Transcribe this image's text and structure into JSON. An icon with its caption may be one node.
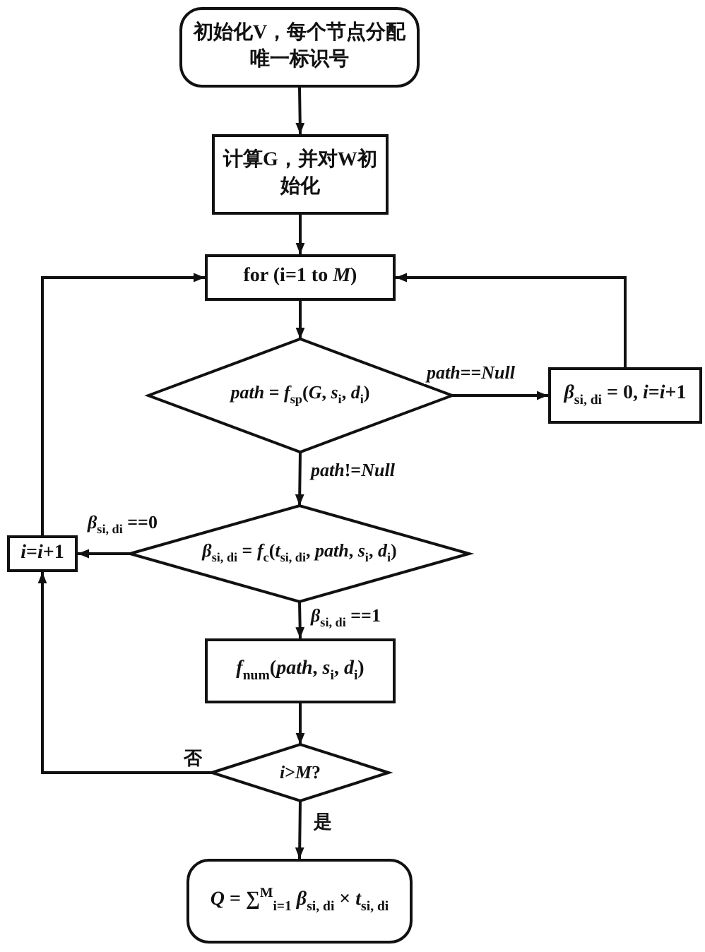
{
  "diagram": {
    "nodes": [
      {
        "text": [
          "初始化V，每个节点分配唯一标识号"
        ]
      },
      {
        "text": [
          "计算G，并对W初始化"
        ]
      },
      {
        "text": [
          "for (i=1 to *M*)"
        ]
      },
      {
        "text": [
          "*path* = *f*$_{sp}$(*G*, *s*$_{i}$, *d*$_{i}$)"
        ]
      },
      {
        "text": [
          "*β*$_{si, di}$ = 0, *i*=*i*+1"
        ]
      },
      {
        "text": [
          "*β*$_{si, di}$ = *f*$_{c}$(*t*$_{si, di}$, *path*, *s*$_{i}$, *d*$_{i}$)"
        ]
      },
      {
        "text": [
          "*i*=*i*+1"
        ]
      },
      {
        "text": [
          "*f*$_{num}$(*path*, *s*$_{i}$, *d*$_{i}$)"
        ]
      },
      {
        "text": [
          "*i*>*M*?"
        ]
      },
      {
        "text": [
          "*Q* = ∑$^{M}$$_{i=1}$ *β*$_{si, di}$ × *t*$_{si, di}$"
        ]
      }
    ],
    "edges": [
      {
        "from": 0,
        "to": 1,
        "arrow": "to"
      },
      {
        "from": 1,
        "to": 2,
        "arrow": "to"
      },
      {
        "from": 2,
        "to": 3,
        "arrow": "to"
      },
      {
        "from": 3,
        "to": 4,
        "arrow": "to",
        "label": "*path*==*Null*"
      },
      {
        "from": 4,
        "to": 2,
        "arrow": "to"
      },
      {
        "from": 3,
        "to": 5,
        "arrow": "to",
        "label": "*path*!=*Null*"
      },
      {
        "from": 5,
        "to": 6,
        "arrow": "to",
        "label": "*β*$_{si, di}$ ==0"
      },
      {
        "from": 5,
        "to": 7,
        "arrow": "to",
        "label": "*β*$_{si, di}$ ==1"
      },
      {
        "from": 7,
        "to": 8,
        "arrow": "to"
      },
      {
        "from": 8,
        "to": 6,
        "arrow": "to",
        "label": "否"
      },
      {
        "from": 6,
        "to": 2,
        "arrow": "to"
      },
      {
        "from": 8,
        "to": 9,
        "arrow": "to",
        "label": "是"
      }
    ]
  }
}
